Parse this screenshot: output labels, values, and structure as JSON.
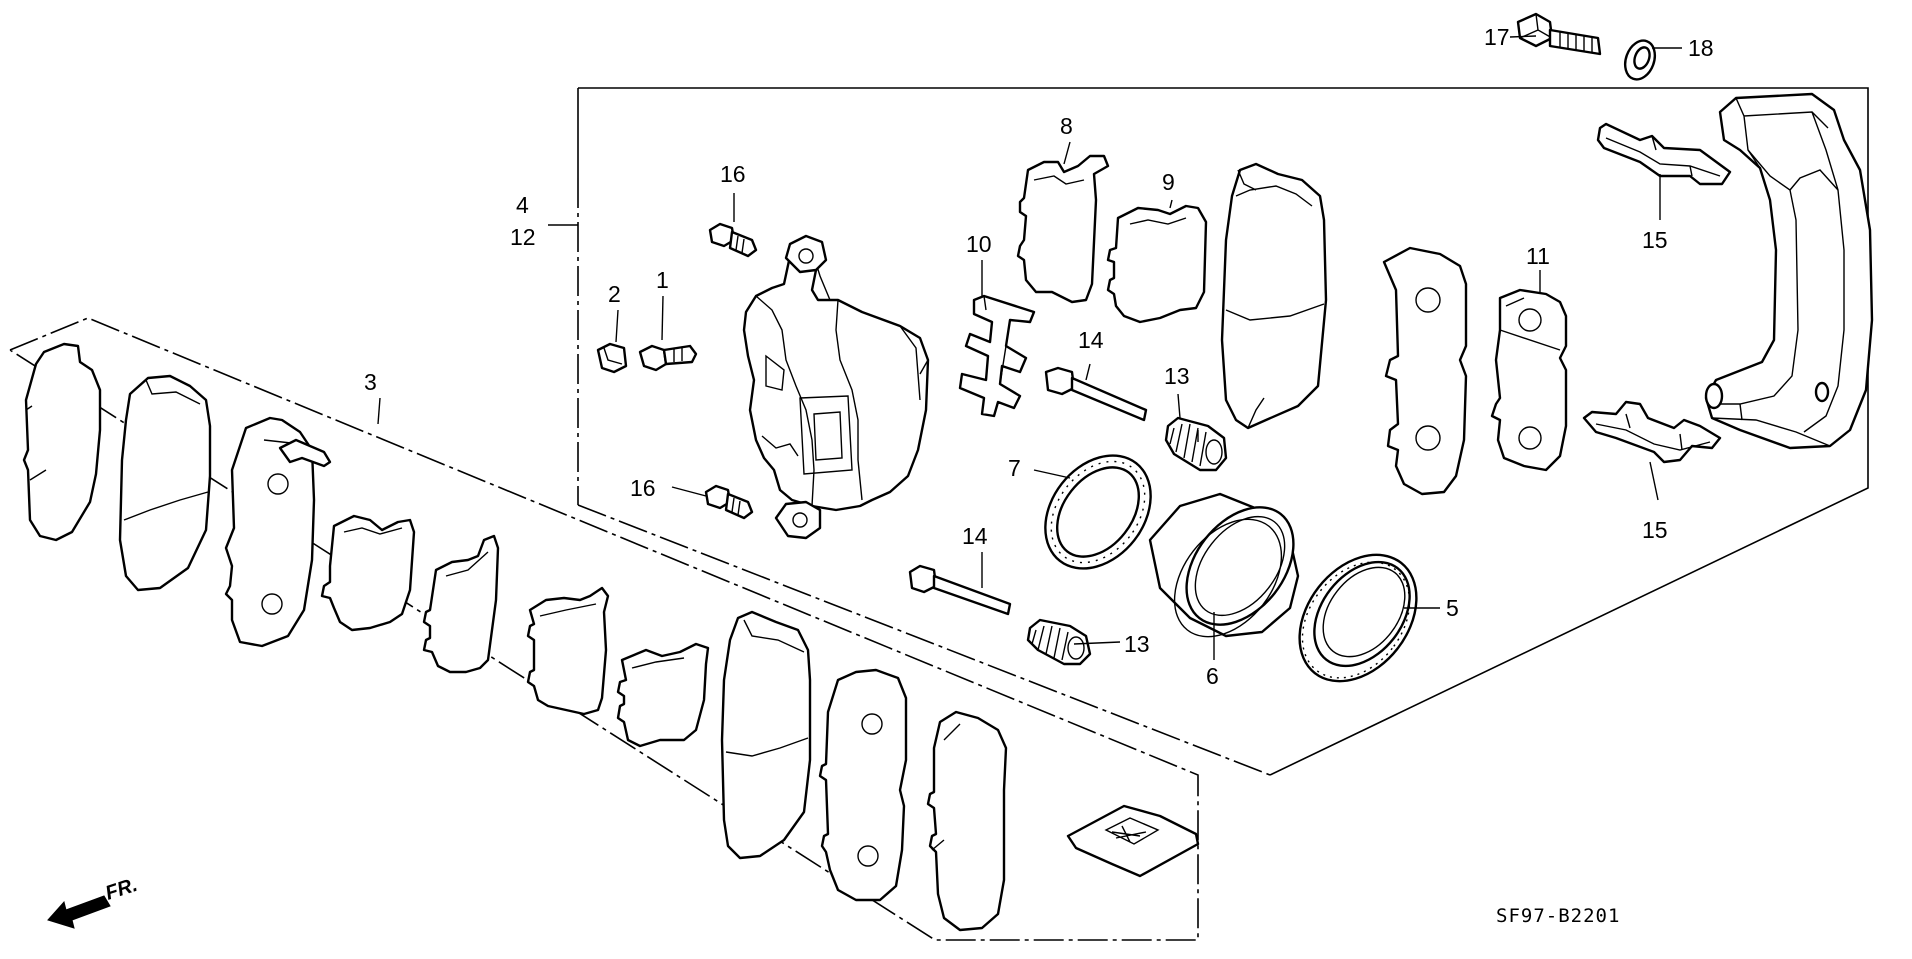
{
  "diagram": {
    "part_labels": {
      "p1": "1",
      "p2": "2",
      "p3": "3",
      "p4": "4",
      "p12": "12",
      "p5": "5",
      "p6": "6",
      "p7": "7",
      "p8": "8",
      "p9": "9",
      "p10": "10",
      "p11": "11",
      "p13_upper": "13",
      "p13_lower": "13",
      "p14_upper": "14",
      "p14_lower": "14",
      "p15_upper": "15",
      "p15_lower": "15",
      "p16_upper": "16",
      "p16_lower": "16",
      "p17": "17",
      "p18": "18"
    },
    "direction_label": "FR.",
    "diagram_code": "SF97-B2201"
  }
}
